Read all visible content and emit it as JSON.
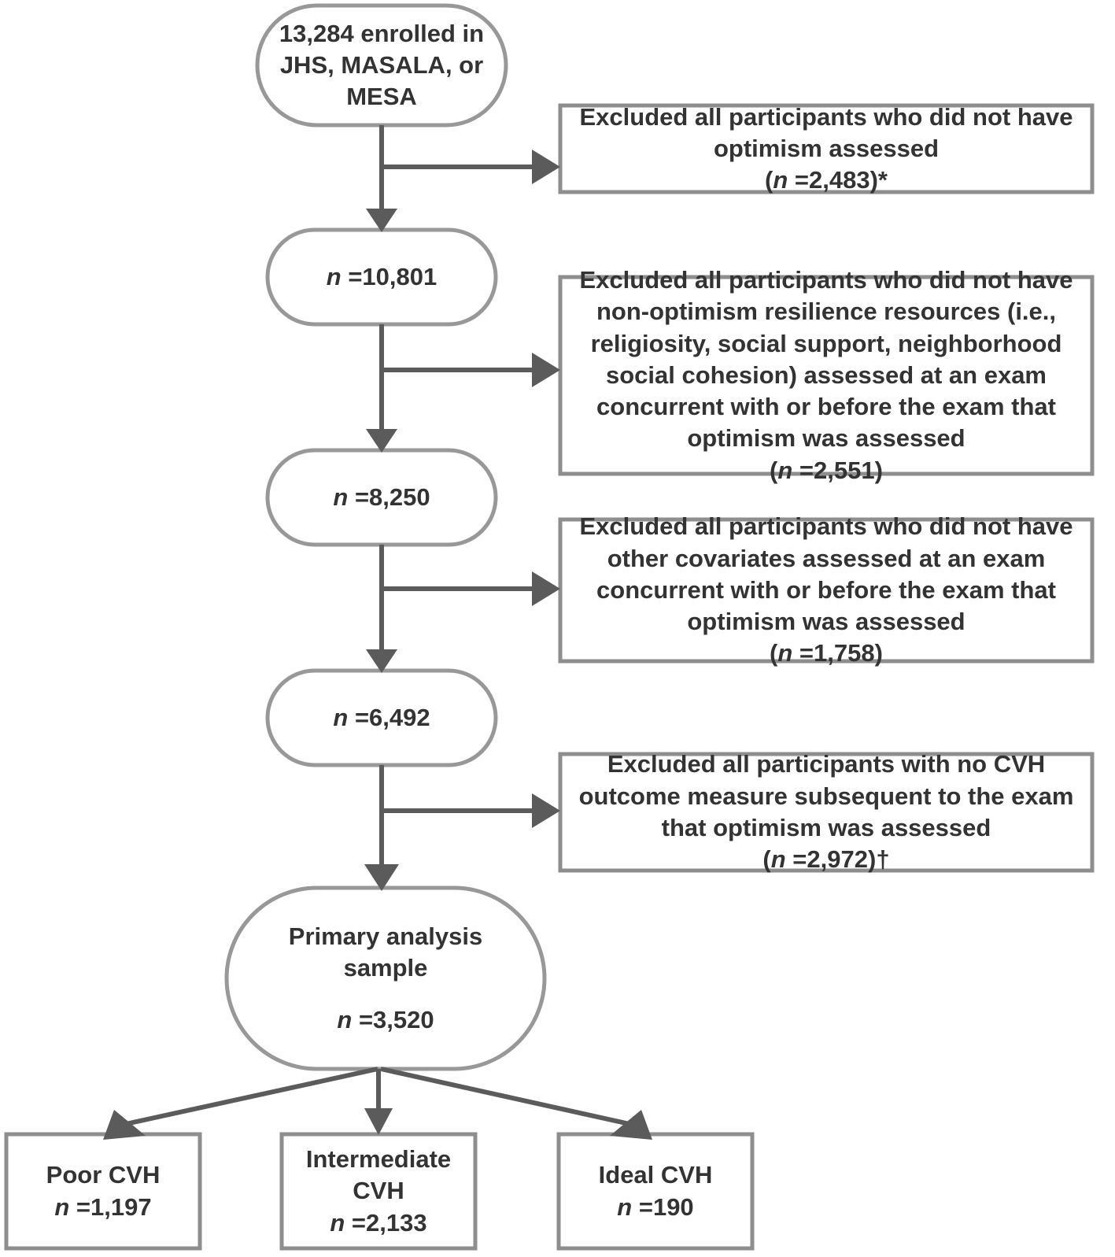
{
  "figure": {
    "type": "participant-flow-diagram",
    "title": "Participant flow diagram",
    "palette": {
      "node_border": "#989898",
      "box_border": "#8e8e8e",
      "connector": "#5b5b5b",
      "text": "#333333",
      "background": "#ffffff"
    }
  },
  "nodes": [
    {
      "id": "enrolled",
      "shape": "rounded",
      "lines": [
        "13,284 enrolled in",
        "JHS, MASALA, or",
        "MESA"
      ]
    },
    {
      "id": "after-optimism",
      "shape": "rounded",
      "n_label": "n",
      "n_value": "=10,801"
    },
    {
      "id": "after-resilience",
      "shape": "rounded",
      "n_label": "n",
      "n_value": "=8,250"
    },
    {
      "id": "after-covariates",
      "shape": "rounded",
      "n_label": "n",
      "n_value": "=6,492"
    },
    {
      "id": "primary-sample",
      "shape": "rounded",
      "lines": [
        "Primary analysis",
        "sample"
      ],
      "n_label": "n",
      "n_value": "=3,520"
    }
  ],
  "exclusions": [
    {
      "id": "exclusion-optimism",
      "lines": [
        "Excluded all participants who did not have",
        "optimism assessed"
      ],
      "count_prefix": "(",
      "n_label": "n",
      "n_value": " =2,483)",
      "footnote_marker": "*"
    },
    {
      "id": "exclusion-resilience",
      "lines": [
        "Excluded all participants who did not have",
        "non-optimism resilience resources (i.e.,",
        "religiosity, social support, neighborhood",
        "social cohesion) assessed at an exam",
        "concurrent with or before the exam that",
        "optimism was assessed"
      ],
      "count_prefix": "(",
      "n_label": "n",
      "n_value": " =2,551)",
      "footnote_marker": ""
    },
    {
      "id": "exclusion-covariates",
      "lines": [
        "Excluded all participants who did not have",
        "other covariates assessed at an exam",
        "concurrent with or before the exam that",
        "optimism was assessed"
      ],
      "count_prefix": "(",
      "n_label": "n",
      "n_value": " =1,758)",
      "footnote_marker": ""
    },
    {
      "id": "exclusion-cvh-outcome",
      "lines": [
        "Excluded all participants with no CVH",
        "outcome measure subsequent to the exam",
        "that optimism was assessed"
      ],
      "count_prefix": "(",
      "n_label": "n",
      "n_value": " =2,972)",
      "footnote_marker": "†"
    }
  ],
  "outcomes": [
    {
      "id": "outcome-poor-cvh",
      "lines": [
        "Poor CVH"
      ],
      "n_label": "n",
      "n_value": " =1,197"
    },
    {
      "id": "outcome-intermediate-cvh",
      "lines": [
        "Intermediate",
        "CVH"
      ],
      "n_label": "n",
      "n_value": " =2,133"
    },
    {
      "id": "outcome-ideal-cvh",
      "lines": [
        "Ideal CVH"
      ],
      "n_label": "n",
      "n_value": " =190"
    }
  ]
}
